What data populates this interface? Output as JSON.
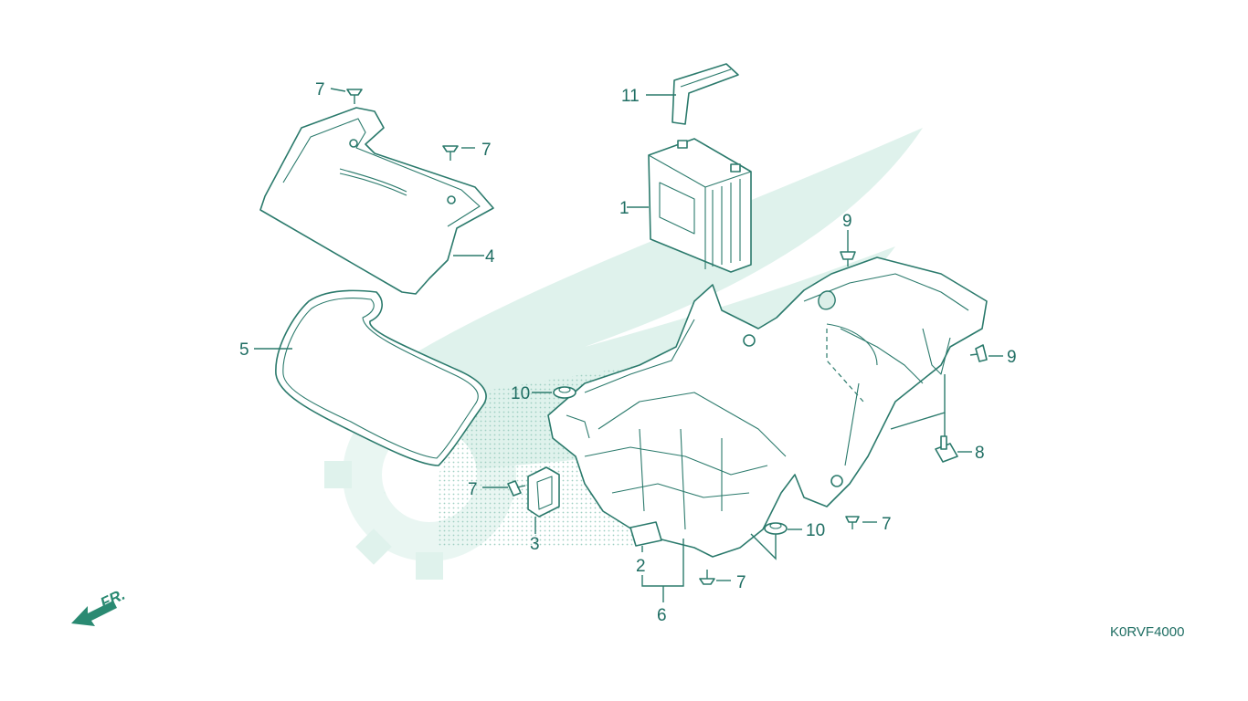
{
  "diagram": {
    "drawing_code": "K0RVF4000",
    "front_marker": "FR.",
    "colors": {
      "line": "#2b7a6c",
      "label": "#1f6e63",
      "watermark": "#dff2ec",
      "arrow": "#2a8a72"
    },
    "callouts": [
      {
        "id": "c1",
        "label": "1"
      },
      {
        "id": "c2",
        "label": "2"
      },
      {
        "id": "c3",
        "label": "3"
      },
      {
        "id": "c4",
        "label": "4"
      },
      {
        "id": "c5",
        "label": "5"
      },
      {
        "id": "c6",
        "label": "6"
      },
      {
        "id": "c7a",
        "label": "7"
      },
      {
        "id": "c7b",
        "label": "7"
      },
      {
        "id": "c7c",
        "label": "7"
      },
      {
        "id": "c7d",
        "label": "7"
      },
      {
        "id": "c7e",
        "label": "7"
      },
      {
        "id": "c8",
        "label": "8"
      },
      {
        "id": "c9a",
        "label": "9"
      },
      {
        "id": "c9b",
        "label": "9"
      },
      {
        "id": "c10a",
        "label": "10"
      },
      {
        "id": "c10b",
        "label": "10"
      },
      {
        "id": "c11",
        "label": "11"
      }
    ]
  }
}
